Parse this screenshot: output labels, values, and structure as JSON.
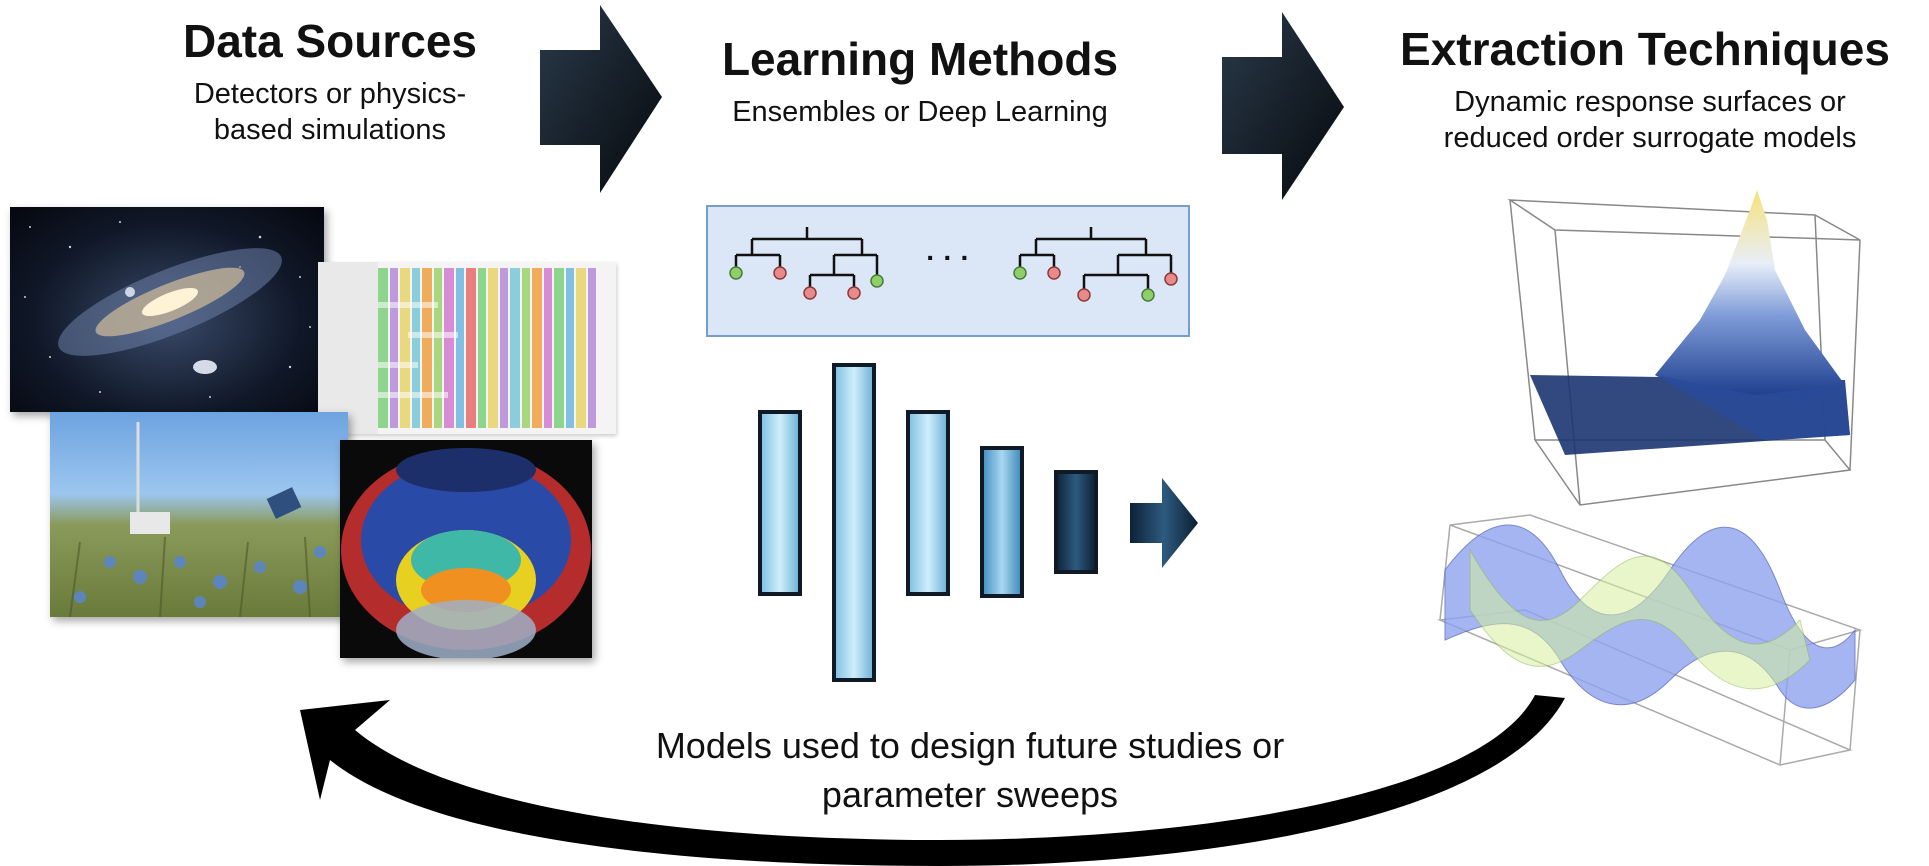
{
  "sections": {
    "data_sources": {
      "title": "Data Sources",
      "subtitle_line1": "Detectors or physics-",
      "subtitle_line2": "based simulations"
    },
    "learning_methods": {
      "title": "Learning Methods",
      "subtitle": "Ensembles or Deep Learning"
    },
    "extraction_techniques": {
      "title": "Extraction Techniques",
      "subtitle_line1": "Dynamic response surfaces or",
      "subtitle_line2": "reduced order surrogate models"
    }
  },
  "ensemble": {
    "ellipsis": "· · ·"
  },
  "feedback": {
    "line1": "Models used to design future studies or",
    "line2": "parameter sweeps"
  },
  "colors": {
    "arrow_dark": "#0f1a26",
    "panel_fill": "#dbe6f6",
    "panel_border": "#7a9cc9",
    "leaf_green": "#8fcf6a",
    "leaf_red": "#e88a8a",
    "nn_light": "#bfe3f5",
    "nn_mid": "#5aa6cf",
    "nn_dark": "#14324d"
  }
}
